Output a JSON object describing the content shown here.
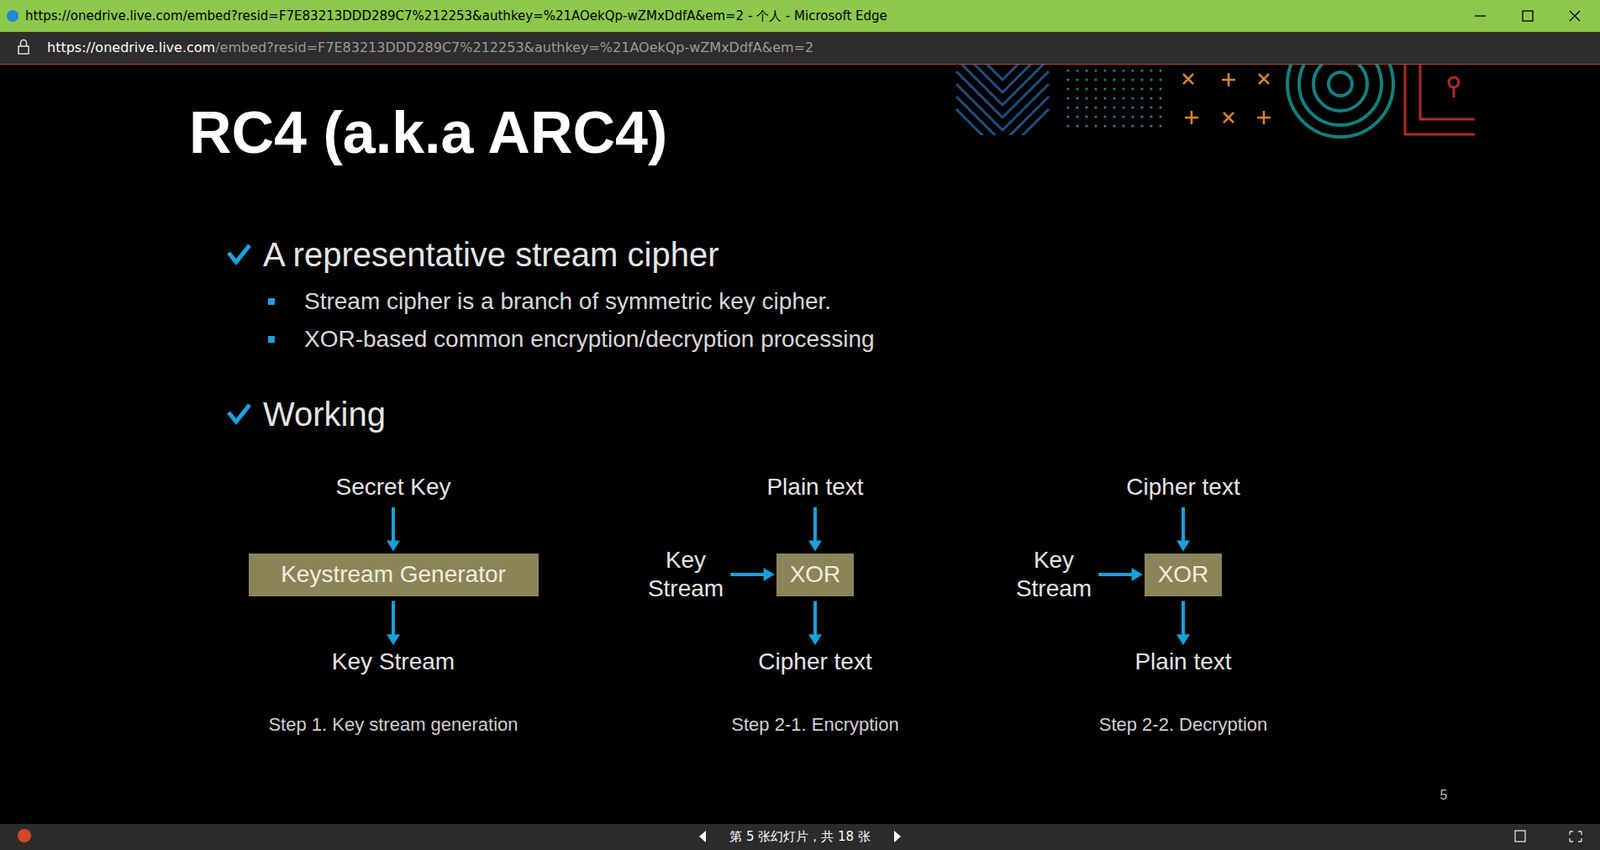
{
  "diagram": {
    "title": "RC4 (a.k.a ARC4)",
    "nodes": [
      {
        "text": [
          "Secret Key"
        ]
      },
      {
        "text": [
          "Keystream Generator"
        ]
      },
      {
        "text": [
          "Key Stream"
        ]
      },
      {
        "text": [
          "Plain text"
        ]
      },
      {
        "text": [
          "Key Stream"
        ]
      },
      {
        "text": [
          "XOR"
        ]
      },
      {
        "text": [
          "Cipher text"
        ]
      },
      {
        "text": [
          "Cipher text"
        ]
      },
      {
        "text": [
          "Key Stream"
        ]
      },
      {
        "text": [
          "XOR"
        ]
      },
      {
        "text": [
          "Plain text"
        ]
      }
    ],
    "edges": [
      {
        "from": 0,
        "to": 1,
        "arrow": "to"
      },
      {
        "from": 1,
        "to": 2,
        "arrow": "to"
      },
      {
        "from": 3,
        "to": 5,
        "arrow": "to"
      },
      {
        "from": 4,
        "to": 5,
        "arrow": "to"
      },
      {
        "from": 5,
        "to": 6,
        "arrow": "to"
      },
      {
        "from": 7,
        "to": 9,
        "arrow": "to"
      },
      {
        "from": 8,
        "to": 9,
        "arrow": "to"
      },
      {
        "from": 9,
        "to": 10,
        "arrow": "to"
      }
    ],
    "labels": [
      "https://onedrive.live.com/embed?resid=F7E83213DDD289C7%212253&authkey=%21AOekQp-wZMxDdfA&em=2 - 个人 - Microsoft Edge",
      "https://onedrive.live.com",
      "/embed?resid=F7E83213DDD289C7%212253&authkey=%21AOekQp-wZMxDdfA&em=2",
      "A representative stream cipher",
      "Stream cipher is a branch of symmetric key cipher.",
      "XOR-based common encryption/decryption processing",
      "Working",
      "Step 1. Key stream generation",
      "Step 2-1. Encryption",
      "Step 2-2. Decryption",
      "5",
      "第 5 张幻灯片，共 18 张"
    ]
  }
}
